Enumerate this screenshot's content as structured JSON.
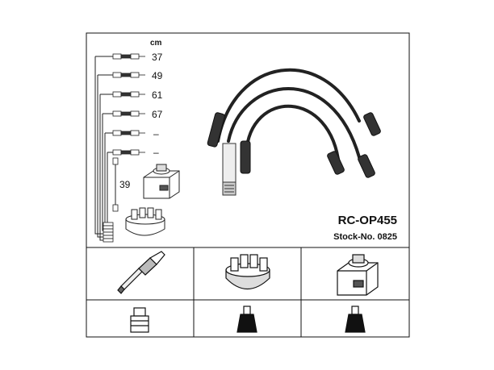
{
  "spec": {
    "unit": "cm",
    "lengths": [
      "37",
      "49",
      "61",
      "67",
      "–",
      "–"
    ],
    "coil_lead_length": "39"
  },
  "product": {
    "model": "RC-OP455",
    "stock": "Stock-No. 0825"
  }
}
